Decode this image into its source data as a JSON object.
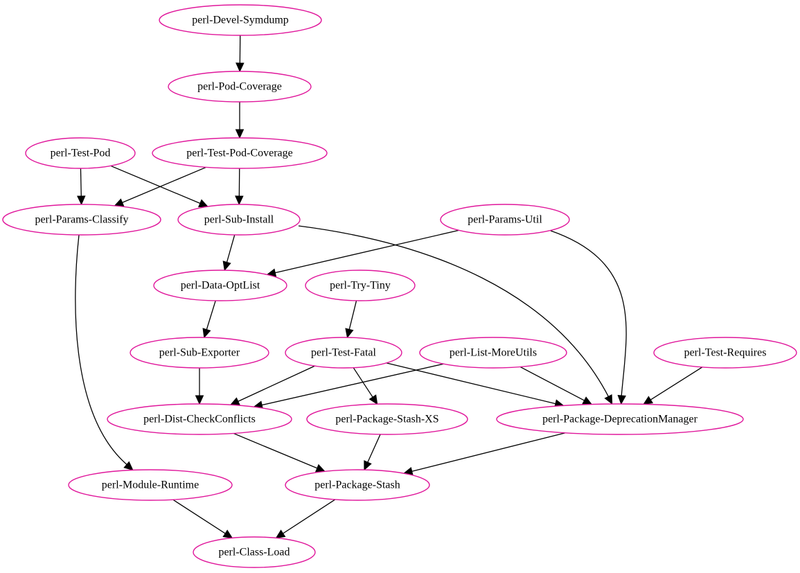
{
  "graph": {
    "node_color": "#e0179b",
    "edge_color": "#000000",
    "nodes": [
      {
        "id": "symdump",
        "label": "perl-Devel-Symdump"
      },
      {
        "id": "podcov",
        "label": "perl-Pod-Coverage"
      },
      {
        "id": "testpod",
        "label": "perl-Test-Pod"
      },
      {
        "id": "testpodcov",
        "label": "perl-Test-Pod-Coverage"
      },
      {
        "id": "classify",
        "label": "perl-Params-Classify"
      },
      {
        "id": "subinstall",
        "label": "perl-Sub-Install"
      },
      {
        "id": "paramsutil",
        "label": "perl-Params-Util"
      },
      {
        "id": "optlist",
        "label": "perl-Data-OptList"
      },
      {
        "id": "trytiny",
        "label": "perl-Try-Tiny"
      },
      {
        "id": "subexporter",
        "label": "perl-Sub-Exporter"
      },
      {
        "id": "testfatal",
        "label": "perl-Test-Fatal"
      },
      {
        "id": "moreutils",
        "label": "perl-List-MoreUtils"
      },
      {
        "id": "testrequires",
        "label": "perl-Test-Requires"
      },
      {
        "id": "checkconflicts",
        "label": "perl-Dist-CheckConflicts"
      },
      {
        "id": "stashxs",
        "label": "perl-Package-Stash-XS"
      },
      {
        "id": "deprecation",
        "label": "perl-Package-DeprecationManager"
      },
      {
        "id": "runtime",
        "label": "perl-Module-Runtime"
      },
      {
        "id": "stash",
        "label": "perl-Package-Stash"
      },
      {
        "id": "classload",
        "label": "perl-Class-Load"
      }
    ],
    "edges": [
      {
        "from": "symdump",
        "to": "podcov"
      },
      {
        "from": "podcov",
        "to": "testpodcov"
      },
      {
        "from": "testpod",
        "to": "classify"
      },
      {
        "from": "testpod",
        "to": "subinstall"
      },
      {
        "from": "testpodcov",
        "to": "classify"
      },
      {
        "from": "testpodcov",
        "to": "subinstall"
      },
      {
        "from": "classify",
        "to": "runtime"
      },
      {
        "from": "subinstall",
        "to": "optlist"
      },
      {
        "from": "subinstall",
        "to": "deprecation"
      },
      {
        "from": "paramsutil",
        "to": "optlist"
      },
      {
        "from": "paramsutil",
        "to": "deprecation"
      },
      {
        "from": "optlist",
        "to": "subexporter"
      },
      {
        "from": "trytiny",
        "to": "testfatal"
      },
      {
        "from": "subexporter",
        "to": "checkconflicts"
      },
      {
        "from": "testfatal",
        "to": "checkconflicts"
      },
      {
        "from": "testfatal",
        "to": "stashxs"
      },
      {
        "from": "testfatal",
        "to": "deprecation"
      },
      {
        "from": "moreutils",
        "to": "checkconflicts"
      },
      {
        "from": "moreutils",
        "to": "deprecation"
      },
      {
        "from": "testrequires",
        "to": "deprecation"
      },
      {
        "from": "checkconflicts",
        "to": "stash"
      },
      {
        "from": "stashxs",
        "to": "stash"
      },
      {
        "from": "deprecation",
        "to": "stash"
      },
      {
        "from": "runtime",
        "to": "classload"
      },
      {
        "from": "stash",
        "to": "classload"
      }
    ]
  }
}
